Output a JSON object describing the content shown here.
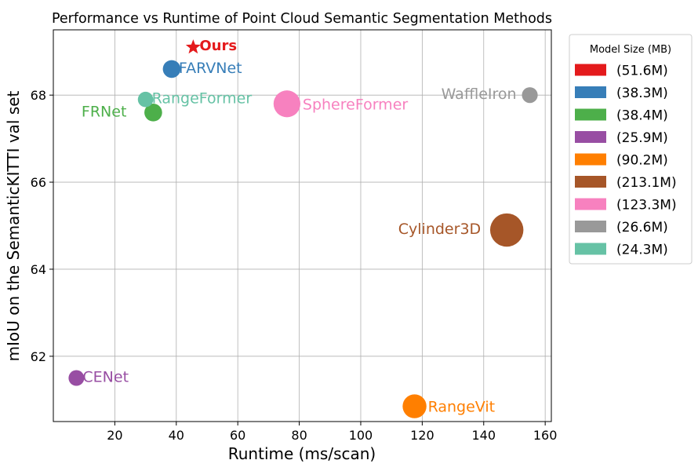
{
  "chart_data": {
    "type": "scatter",
    "title": "Performance vs Runtime of Point Cloud Semantic Segmentation Methods",
    "xlabel": "Runtime (ms/scan)",
    "ylabel": "mIoU on the SemanticKITTI val set",
    "xlim": [
      0,
      162
    ],
    "ylim": [
      60.5,
      69.5
    ],
    "xticks": [
      20,
      40,
      60,
      80,
      100,
      120,
      140,
      160
    ],
    "yticks": [
      62,
      64,
      66,
      68
    ],
    "grid": true,
    "legend": {
      "title": "Model Size (MB)",
      "placement": "right-outside"
    },
    "points": [
      {
        "name": "Ours",
        "x": 45.5,
        "y": 69.1,
        "size_mb": 51.6,
        "size_label": "(51.6M)",
        "color": "#e41a1c",
        "marker": "star"
      },
      {
        "name": "FARVNet",
        "x": 38.5,
        "y": 68.6,
        "size_mb": 38.3,
        "size_label": "(38.3M)",
        "color": "#377eb8",
        "marker": "circle"
      },
      {
        "name": "FRNet",
        "x": 32.5,
        "y": 67.6,
        "size_mb": 38.4,
        "size_label": "(38.4M)",
        "color": "#4daf4a",
        "marker": "circle"
      },
      {
        "name": "CENet",
        "x": 7.5,
        "y": 61.5,
        "size_mb": 25.9,
        "size_label": "(25.9M)",
        "color": "#984ea3",
        "marker": "circle"
      },
      {
        "name": "RangeVit",
        "x": 117.5,
        "y": 60.85,
        "size_mb": 90.2,
        "size_label": "(90.2M)",
        "color": "#ff7f00",
        "marker": "circle"
      },
      {
        "name": "Cylinder3D",
        "x": 147.5,
        "y": 64.9,
        "size_mb": 213.1,
        "size_label": "(213.1M)",
        "color": "#a65628",
        "marker": "circle"
      },
      {
        "name": "SphereFormer",
        "x": 76,
        "y": 67.8,
        "size_mb": 123.3,
        "size_label": "(123.3M)",
        "color": "#f781bf",
        "marker": "circle"
      },
      {
        "name": "WaffleIron",
        "x": 155,
        "y": 68.0,
        "size_mb": 26.6,
        "size_label": "(26.6M)",
        "color": "#999999",
        "marker": "circle"
      },
      {
        "name": "RangeFormer",
        "x": 30,
        "y": 67.9,
        "size_mb": 24.3,
        "size_label": "(24.3M)",
        "color": "#66c2a5",
        "marker": "circle"
      }
    ]
  }
}
